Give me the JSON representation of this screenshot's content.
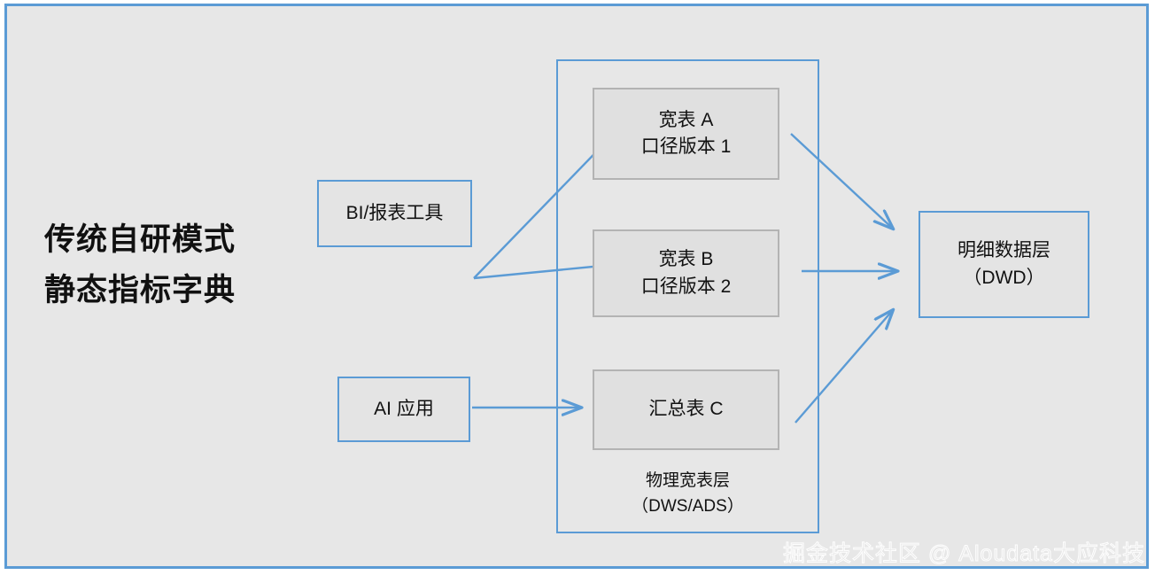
{
  "slide": {
    "border_color": "#5b9bd5",
    "background_color": "#e7e7e7"
  },
  "heading": {
    "line1": "传统自研模式",
    "line2": "静态指标字典"
  },
  "sources": [
    {
      "name": "bi-reporting-tool",
      "label": "BI/报表工具"
    },
    {
      "name": "ai-application",
      "label": "AI 应用"
    }
  ],
  "group": {
    "label": "物理宽表层\n（DWS/ADS）",
    "border_color": "#5b9bd5",
    "boxes": [
      {
        "name": "wide-table-a",
        "label": "宽表 A\n口径版本 1"
      },
      {
        "name": "wide-table-b",
        "label": "宽表 B\n口径版本 2"
      },
      {
        "name": "summary-table-c",
        "label": "汇总表 C"
      }
    ]
  },
  "target": {
    "name": "detail-data-layer",
    "label": "明细数据层\n（DWD）"
  },
  "watermark": {
    "text": "掘金技术社区 @ Aloudata大应科技"
  },
  "colors": {
    "arrow": "#5b9bd5",
    "gray_box_border": "#b3b3b3",
    "gray_box_fill": "#e0e0e0",
    "blue_box_fill": "#e4e4e4",
    "text": "#111111"
  }
}
